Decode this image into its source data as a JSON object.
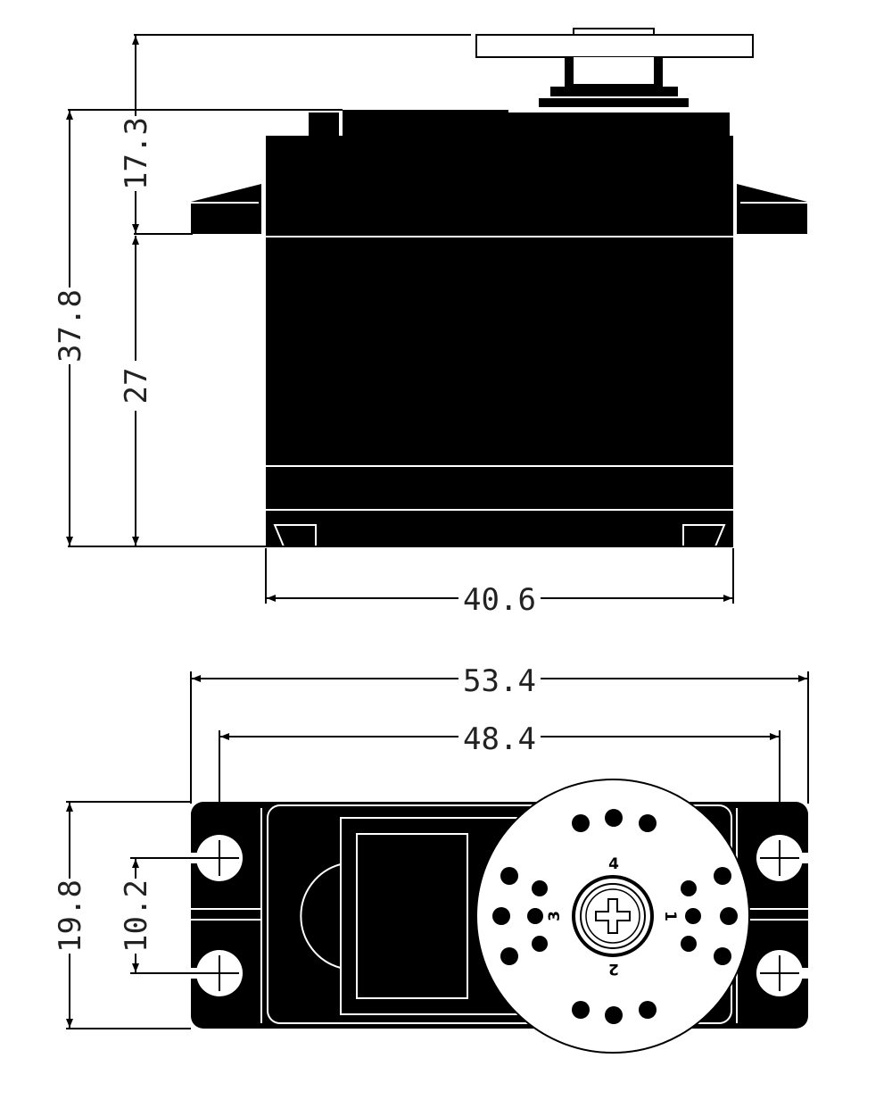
{
  "diagram": {
    "colors": {
      "body": "#000000",
      "outline": "#ffffff",
      "dimension": "#000000",
      "text": "#222222",
      "background": "#ffffff"
    },
    "side_view": {
      "dimensions": {
        "horn_height": "17.3",
        "total_height": "37.8",
        "body_height": "27",
        "body_width": "40.6"
      }
    },
    "top_view": {
      "dimensions": {
        "overall_length": "53.4",
        "mounting_hole_span": "48.4",
        "width": "19.8",
        "hole_spacing": "10.2"
      },
      "horn_labels": {
        "top": "4",
        "right": "1",
        "bottom": "2",
        "left": "3"
      }
    }
  }
}
